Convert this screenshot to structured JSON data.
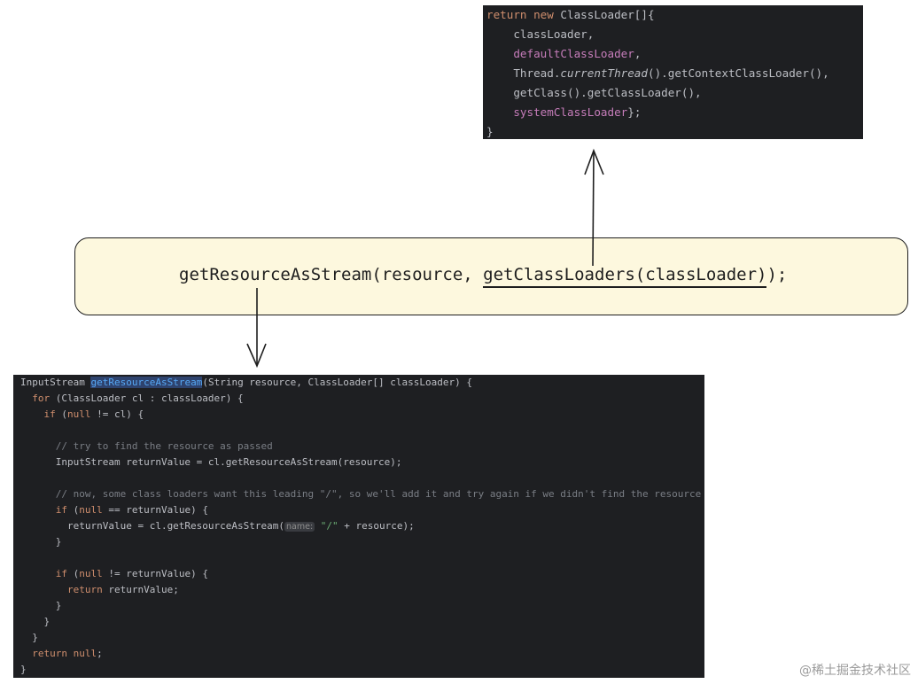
{
  "top_code": [
    [
      [
        "return new ",
        "kw"
      ],
      [
        "ClassLoader[]{",
        ""
      ]
    ],
    [
      [
        "    classLoader,",
        ""
      ]
    ],
    [
      [
        "    ",
        ""
      ],
      [
        "defaultClassLoader",
        "fld"
      ],
      [
        ",",
        ""
      ]
    ],
    [
      [
        "    Thread.",
        ""
      ],
      [
        "currentThread",
        "it"
      ],
      [
        "().getContextClassLoader(),",
        ""
      ]
    ],
    [
      [
        "    getClass().getClassLoader(),",
        ""
      ]
    ],
    [
      [
        "    ",
        ""
      ],
      [
        "systemClassLoader",
        "fld"
      ],
      [
        "};",
        ""
      ]
    ],
    [
      [
        "}",
        ""
      ]
    ]
  ],
  "call": {
    "prefix": "getResourceAsStream(resource, ",
    "underlined": "getClassLoaders(classLoader)",
    "suffix": ");"
  },
  "bottom_code": [
    [
      [
        "InputStream ",
        ""
      ],
      [
        "getResourceAsStream",
        "hl"
      ],
      [
        "(String resource, ClassLoader[] classLoader) {",
        ""
      ]
    ],
    [
      [
        "  ",
        ""
      ],
      [
        "for",
        "kw"
      ],
      [
        " (ClassLoader cl : classLoader) {",
        ""
      ]
    ],
    [
      [
        "    ",
        ""
      ],
      [
        "if",
        "kw"
      ],
      [
        " (",
        ""
      ],
      [
        "null",
        "kw"
      ],
      [
        " != cl) {",
        ""
      ]
    ],
    [
      [
        "",
        ""
      ]
    ],
    [
      [
        "      ",
        ""
      ],
      [
        "// try to find the resource as passed",
        "cm"
      ]
    ],
    [
      [
        "      InputStream returnValue = cl.getResourceAsStream(resource);",
        ""
      ]
    ],
    [
      [
        "",
        ""
      ]
    ],
    [
      [
        "      ",
        ""
      ],
      [
        "// now, some class loaders want this leading \"/\", so we'll add it and try again if we didn't find the resource",
        "cm"
      ]
    ],
    [
      [
        "      ",
        ""
      ],
      [
        "if",
        "kw"
      ],
      [
        " (",
        ""
      ],
      [
        "null",
        "kw"
      ],
      [
        " == returnValue) {",
        ""
      ]
    ],
    [
      [
        "        returnValue = cl.getResourceAsStream(",
        ""
      ],
      [
        "name:",
        "hint"
      ],
      [
        " ",
        ""
      ],
      [
        "\"/\"",
        "str"
      ],
      [
        " + resource);",
        ""
      ]
    ],
    [
      [
        "      }",
        ""
      ]
    ],
    [
      [
        "",
        ""
      ]
    ],
    [
      [
        "      ",
        ""
      ],
      [
        "if",
        "kw"
      ],
      [
        " (",
        ""
      ],
      [
        "null",
        "kw"
      ],
      [
        " != returnValue) {",
        ""
      ]
    ],
    [
      [
        "        ",
        ""
      ],
      [
        "return",
        "kw"
      ],
      [
        " returnValue;",
        ""
      ]
    ],
    [
      [
        "      }",
        ""
      ]
    ],
    [
      [
        "    }",
        ""
      ]
    ],
    [
      [
        "  }",
        ""
      ]
    ],
    [
      [
        "  ",
        ""
      ],
      [
        "return null",
        "kw"
      ],
      [
        ";",
        ""
      ]
    ],
    [
      [
        "}",
        ""
      ]
    ]
  ],
  "watermark": "@稀土掘金技术社区"
}
